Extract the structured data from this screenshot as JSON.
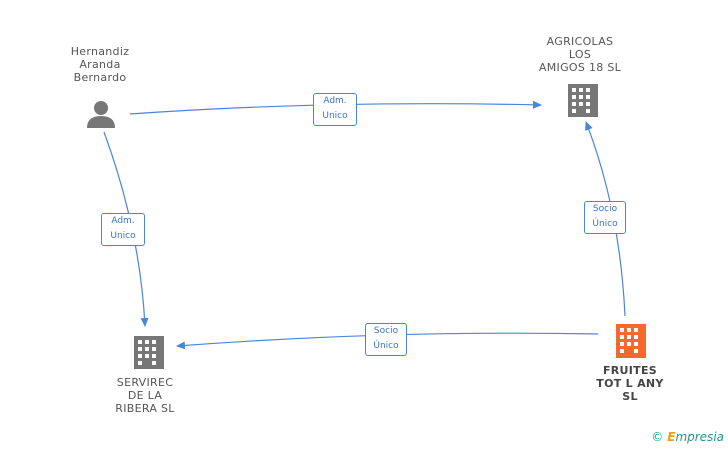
{
  "nodes": {
    "hernandiz": {
      "label": "Hernandiz\nAranda\nBernardo",
      "type": "person"
    },
    "agricolas": {
      "label": "AGRICOLAS\nLOS\nAMIGOS 18  SL",
      "type": "company"
    },
    "servirec": {
      "label": "SERVIREC\nDE LA\nRIBERA SL",
      "type": "company"
    },
    "fruites": {
      "label": "FRUITES\nTOT L ANY\nSL",
      "type": "company",
      "highlight": true
    }
  },
  "edges": [
    {
      "from": "hernandiz",
      "to": "agricolas",
      "label": "Adm.\nUnico"
    },
    {
      "from": "hernandiz",
      "to": "servirec",
      "label": "Adm.\nUnico"
    },
    {
      "from": "fruites",
      "to": "agricolas",
      "label": "Socio\nÚnico"
    },
    {
      "from": "fruites",
      "to": "servirec",
      "label": "Socio\nÚnico"
    }
  ],
  "colors": {
    "edge": "#4a86d8",
    "company_icon": "#777777",
    "highlight_icon": "#f26a2e",
    "person_icon": "#777777"
  },
  "footer": {
    "copyright": "©",
    "brand_initial": "E",
    "brand_rest": "mpresia"
  }
}
